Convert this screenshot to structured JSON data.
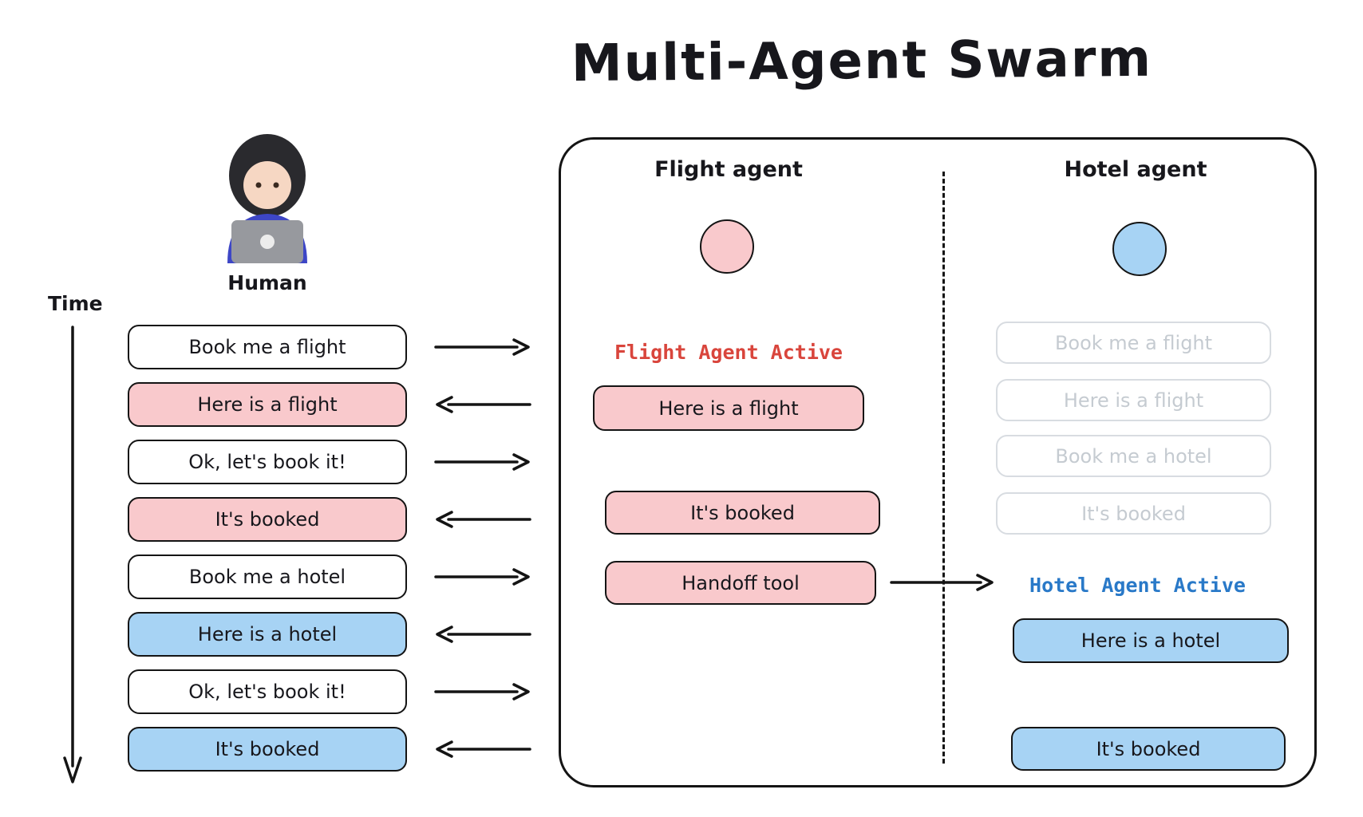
{
  "title": "Multi-Agent Swarm",
  "human": {
    "label": "Human"
  },
  "time": {
    "label": "Time"
  },
  "timeline": [
    {
      "text": "Book me a flight",
      "color": "white",
      "direction": "right"
    },
    {
      "text": "Here is a flight",
      "color": "pink",
      "direction": "left"
    },
    {
      "text": "Ok, let's book it!",
      "color": "white",
      "direction": "right"
    },
    {
      "text": "It's booked",
      "color": "pink",
      "direction": "left"
    },
    {
      "text": "Book me a hotel",
      "color": "white",
      "direction": "right"
    },
    {
      "text": "Here is a hotel",
      "color": "blue",
      "direction": "left"
    },
    {
      "text": "Ok, let's book it!",
      "color": "white",
      "direction": "right"
    },
    {
      "text": "It's booked",
      "color": "blue",
      "direction": "left"
    }
  ],
  "flight_agent": {
    "header": "Flight agent",
    "status": "Flight Agent Active",
    "messages": [
      "Here is a flight",
      "It's booked",
      "Handoff tool"
    ]
  },
  "hotel_agent": {
    "header": "Hotel agent",
    "status": "Hotel Agent Active",
    "history": [
      "Book me a flight",
      "Here is a flight",
      "Book me a hotel",
      "It's booked"
    ],
    "messages": [
      "Here is a hotel",
      "It's booked"
    ]
  },
  "colors": {
    "pink": "#f9c9cc",
    "blue": "#a7d3f4",
    "red_text": "#d9453c",
    "blue_text": "#2979c8",
    "stroke": "#141414",
    "faded_border": "#d8dce1",
    "faded_text": "#c5cbd1"
  }
}
